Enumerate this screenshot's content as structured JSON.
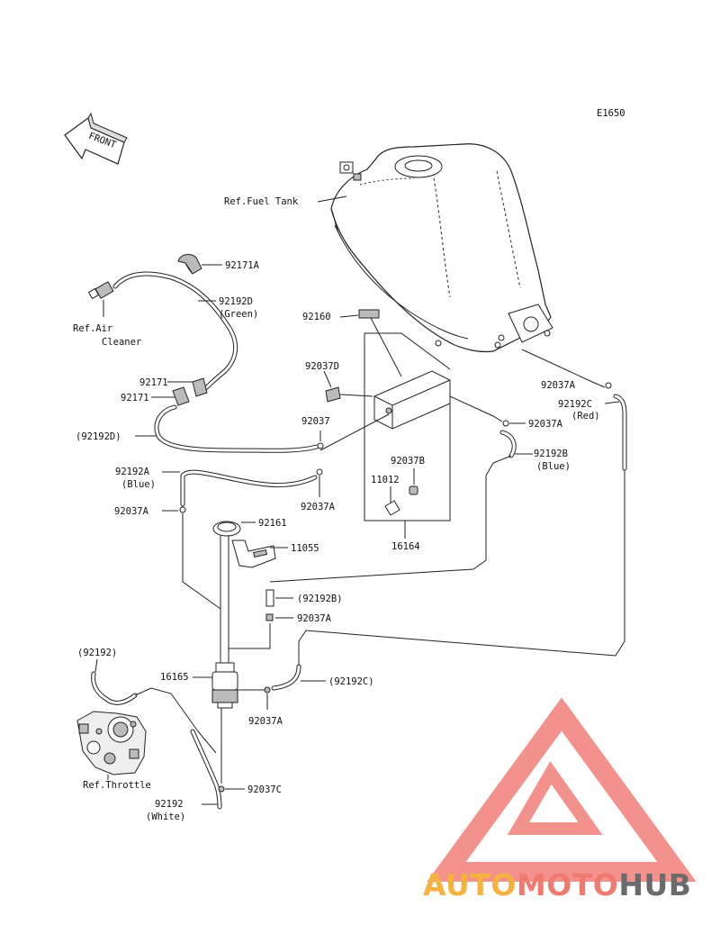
{
  "diagram": {
    "code": "E1650",
    "front_label": "FRONT",
    "labels": {
      "fuel_tank": "Ref.Fuel Tank",
      "p92171A": "92171A",
      "p92192D": "92192D",
      "green": "(Green)",
      "air_cleaner_1": "Ref.Air",
      "air_cleaner_2": "Cleaner",
      "p92160": "92160",
      "p92037D": "92037D",
      "p92171_a": "92171",
      "p92171_b": "92171",
      "p92037": "92037",
      "p92192D_paren": "(92192D)",
      "p92192A": "92192A",
      "blue_a": "(Blue)",
      "p92037A_1": "92037A",
      "p92037A_2": "92037A",
      "p92037A_3": "92037A",
      "p92037A_4": "92037A",
      "p92037A_5": "92037A",
      "p92037A_6": "92037A",
      "p92192C": "92192C",
      "red": "(Red)",
      "p92192B": "92192B",
      "blue_b": "(Blue)",
      "p92037B": "92037B",
      "p11012": "11012",
      "p16164": "16164",
      "p92161": "92161",
      "p11055": "11055",
      "p92192B_paren": "(92192B)",
      "p16165": "16165",
      "p92192C_paren": "(92192C)",
      "p92192_paren": "(92192)",
      "throttle": "Ref.Throttle",
      "p92037C": "92037C",
      "p92192": "92192",
      "white": "(White)"
    }
  },
  "watermark": {
    "part1": "AUTO",
    "part2": "MOTO",
    "part3": "HUB",
    "color_triangle": "#f2807a",
    "color_auto": "#f6b23f",
    "color_moto": "#f07a6f",
    "color_hub": "#6b6b6b"
  }
}
